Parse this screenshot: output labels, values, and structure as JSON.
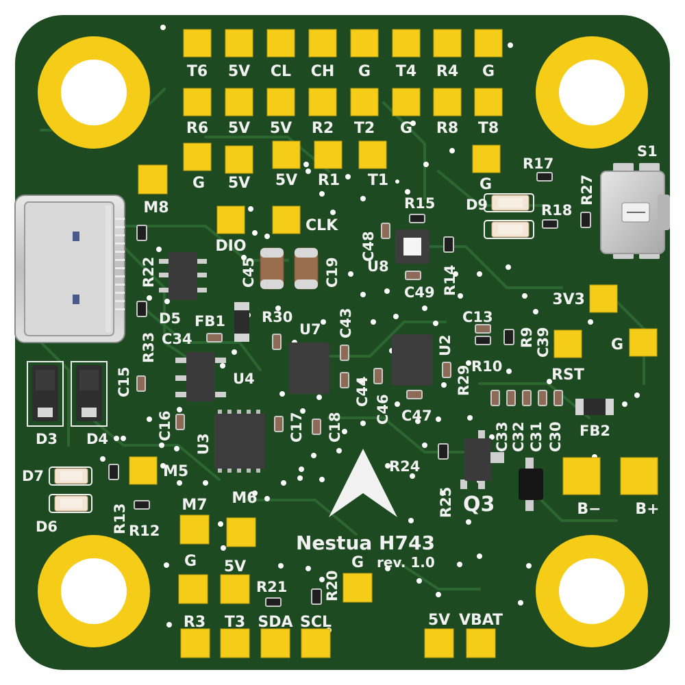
{
  "board": {
    "name": "Nestua H743",
    "revision": "rev. 1.0",
    "colors": {
      "pcb": "#1e4a22",
      "pad": "#f5cc17",
      "silk": "#f2f2f2",
      "trace": "#2c6630"
    }
  },
  "pad_labels": {
    "row1": [
      "T6",
      "5V",
      "CL",
      "CH",
      "G",
      "T4",
      "R4",
      "G"
    ],
    "row2": [
      "R6",
      "5V",
      "5V",
      "R2",
      "T2",
      "G",
      "R8",
      "T8"
    ],
    "row3": [
      "G",
      "5V",
      "5V",
      "R1",
      "T1",
      "G"
    ],
    "dio": "DIO",
    "clk": "CLK",
    "m8": "M8",
    "v3": "3V3",
    "gnd_right": "G",
    "rst": "RST",
    "bminus": "B−",
    "bplus": "B+",
    "m5": "M5",
    "m7": "M7",
    "m6": "M6",
    "g_bl": "G",
    "v5_bl": "5V",
    "g_center": "G",
    "bottom": [
      "R3",
      "T3",
      "SDA",
      "SCL"
    ],
    "v5_b": "5V",
    "vbat": "VBAT"
  },
  "refdes": {
    "S1": "S1",
    "R17": "R17",
    "R27": "R27",
    "D9": "D9",
    "R18": "R18",
    "R15": "R15",
    "C48": "C48",
    "U8": "U8",
    "R14": "R14",
    "C49": "C49",
    "C45": "C45",
    "C19": "C19",
    "R22": "R22",
    "D5": "D5",
    "FB1": "FB1",
    "R30": "R30",
    "U7": "U7",
    "C43": "C43",
    "C13": "C13",
    "C34": "C34",
    "R33": "R33",
    "U4": "U4",
    "C15": "C15",
    "C44": "C44",
    "C46": "C46",
    "U2": "U2",
    "R29": "R29",
    "R10": "R10",
    "R9": "R9",
    "C39": "C39",
    "C47": "C47",
    "C16": "C16",
    "U3": "U3",
    "C17": "C17",
    "C18": "C18",
    "D3": "D3",
    "D4": "D4",
    "C33": "C33",
    "C32": "C32",
    "C31": "C31",
    "C30": "C30",
    "FB2": "FB2",
    "R24": "R24",
    "R25": "R25",
    "Q3": "Q3",
    "D7": "D7",
    "D6": "D6",
    "R13": "R13",
    "R12": "R12",
    "R21": "R21",
    "R20": "R20"
  }
}
